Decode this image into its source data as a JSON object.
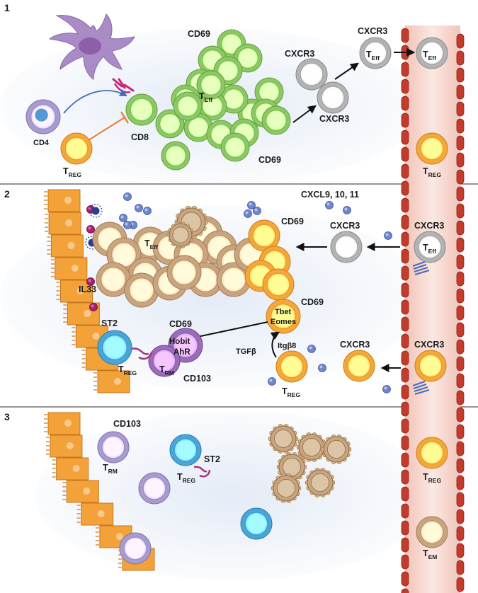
{
  "panels": {
    "p1": "1",
    "p2": "2",
    "p3": "3"
  },
  "labels": {
    "cd4": "CD4",
    "cd8": "CD8",
    "treg_main": "T",
    "treg_sub": "REG",
    "teff_main": "T",
    "teff_sub": "Eff",
    "tem_main": "T",
    "tem_sub": "EM",
    "trm_main": "T",
    "trm_sub": "RM",
    "cd69": "CD69",
    "cxcr3": "CXCR3",
    "cxcl": "CXCL9, 10, 11",
    "il33": "IL33",
    "st2": "ST2",
    "cd103": "CD103",
    "tbet": "Tbet",
    "eomes": "Eomes",
    "hobit": "Hobit",
    "ahr": "AhR",
    "tgfb": "TGFβ",
    "itgb8": "Itgβ8"
  },
  "colors": {
    "green": "#8cc863",
    "grey": "#b3b3b3",
    "orange": "#f5a73a",
    "tan": "#c9a57f",
    "purple": "#9b6cb7",
    "blue": "#4aa6d8",
    "lilac": "#a89bd0",
    "vessel": "#c23b2b",
    "epithelium": "#f3a23a"
  }
}
